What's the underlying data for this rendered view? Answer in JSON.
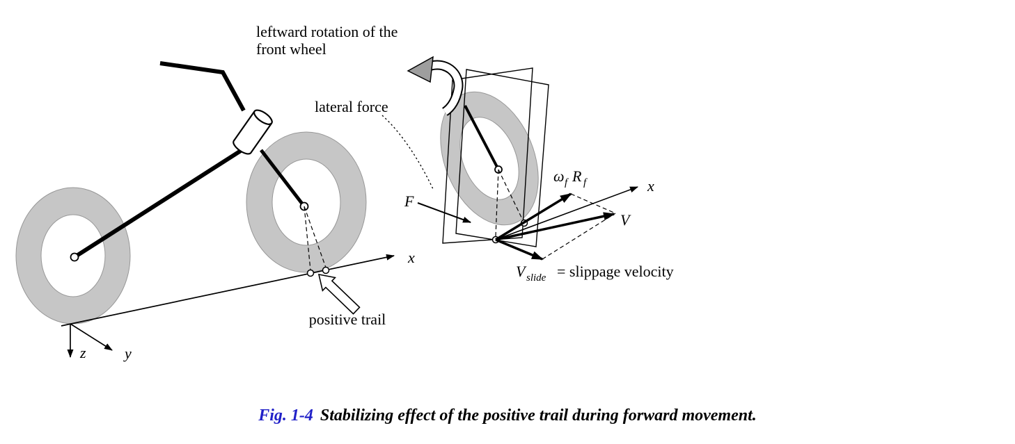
{
  "colors": {
    "wheel_fill": "#c6c6c6",
    "wheel_edge": "#979797",
    "caption_accent": "#2121c8",
    "rotation_arrow_fill": "#9e9e9e",
    "ink": "#000000"
  },
  "left_diagram": {
    "positive_trail_label": "positive trail",
    "axis_x": "x",
    "axis_y": "y",
    "axis_z": "z"
  },
  "right_diagram": {
    "rotation_label_line1": "leftward rotation of the",
    "rotation_label_line2": "front wheel",
    "lateral_force_label": "lateral force",
    "force_label": "F",
    "omega_symbol": "ω",
    "omega_subscript": "f",
    "radius_symbol": "R",
    "radius_subscript": "f",
    "axis_x": "x",
    "velocity_label": "V",
    "slide_velocity_symbol": "V",
    "slide_velocity_subscript": "slide",
    "slide_velocity_text": "= slippage velocity"
  },
  "caption": {
    "fig_label": "Fig. 1-4",
    "text": "Stabilizing effect of the positive trail during forward movement."
  }
}
